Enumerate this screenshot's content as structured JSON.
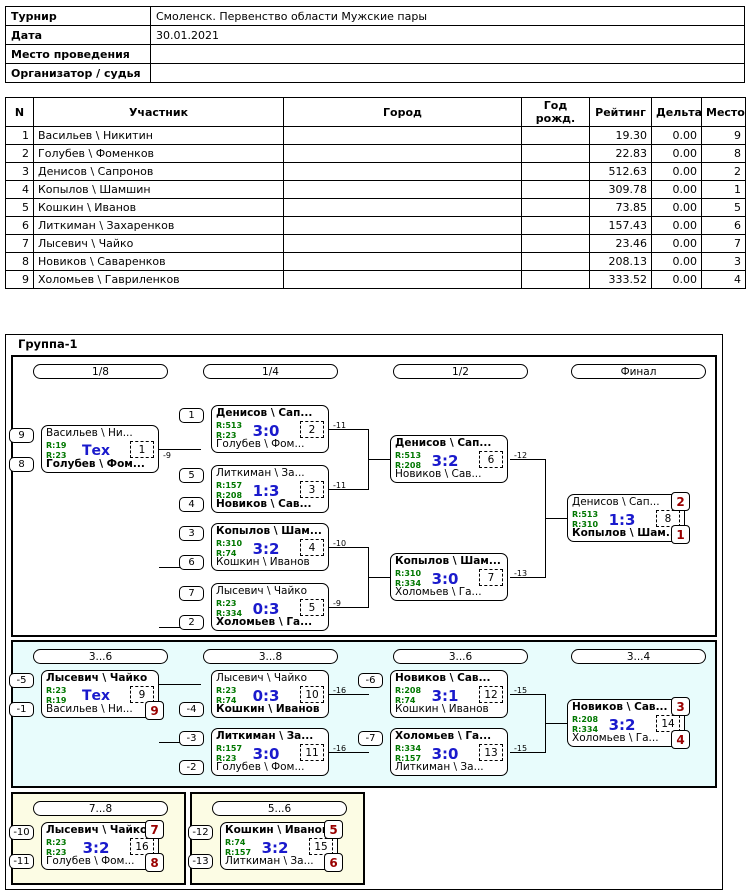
{
  "info": {
    "rows": [
      {
        "label": "Турнир",
        "value": "Смоленск. Первенство области Мужские пары"
      },
      {
        "label": "Дата",
        "value": "30.01.2021"
      },
      {
        "label": "Место проведения",
        "value": ""
      },
      {
        "label": "Организатор / судья",
        "value": ""
      }
    ]
  },
  "participants": {
    "headers": [
      "N",
      "Участник",
      "Город",
      "Год рожд.",
      "Рейтинг",
      "Дельта",
      "Место"
    ],
    "rows": [
      {
        "n": "1",
        "name": "Васильев \\ Никитин",
        "city": "",
        "year": "",
        "rating": "19.30",
        "delta": "0.00",
        "place": "9"
      },
      {
        "n": "2",
        "name": "Голубев \\ Фоменков",
        "city": "",
        "year": "",
        "rating": "22.83",
        "delta": "0.00",
        "place": "8"
      },
      {
        "n": "3",
        "name": "Денисов \\ Сапронов",
        "city": "",
        "year": "",
        "rating": "512.63",
        "delta": "0.00",
        "place": "2"
      },
      {
        "n": "4",
        "name": "Копылов \\ Шамшин",
        "city": "",
        "year": "",
        "rating": "309.78",
        "delta": "0.00",
        "place": "1"
      },
      {
        "n": "5",
        "name": "Кошкин \\ Иванов",
        "city": "",
        "year": "",
        "rating": "73.85",
        "delta": "0.00",
        "place": "5"
      },
      {
        "n": "6",
        "name": "Литкиман \\ Захаренков",
        "city": "",
        "year": "",
        "rating": "157.43",
        "delta": "0.00",
        "place": "6"
      },
      {
        "n": "7",
        "name": "Лысевич \\ Чайко",
        "city": "",
        "year": "",
        "rating": "23.46",
        "delta": "0.00",
        "place": "7"
      },
      {
        "n": "8",
        "name": "Новиков \\ Саваренков",
        "city": "",
        "year": "",
        "rating": "208.13",
        "delta": "0.00",
        "place": "3"
      },
      {
        "n": "9",
        "name": "Холомьев \\ Гавриленков",
        "city": "",
        "year": "",
        "rating": "333.52",
        "delta": "0.00",
        "place": "4"
      }
    ]
  },
  "group": {
    "title": "Группа-1",
    "main_rounds": [
      "1/8",
      "1/4",
      "1/2",
      "Финал"
    ],
    "cons_rounds": [
      "3...6",
      "3...8",
      "3...6",
      "3...4"
    ],
    "sec78_round": "7...8",
    "sec56_round": "5...6"
  },
  "matches": {
    "m1": {
      "num": "1",
      "top": "Васильев \\ Ни...",
      "bot": "Голубев \\ Фом...",
      "r1": "R:19",
      "r2": "R:23",
      "score": "Тех",
      "seed_top": "9",
      "seed_bot": "8",
      "winner": "bot",
      "delta": "-9"
    },
    "m2": {
      "num": "2",
      "top": "Денисов \\ Сап...",
      "bot": "Голубев \\ Фом...",
      "r1": "R:513",
      "r2": "R:23",
      "score": "3:0",
      "seed_top": "1",
      "seed_bot": "",
      "winner": "top",
      "delta": "-11"
    },
    "m3": {
      "num": "3",
      "top": "Литкиман \\ За...",
      "bot": "Новиков \\ Сав...",
      "r1": "R:157",
      "r2": "R:208",
      "score": "1:3",
      "seed_top": "5",
      "seed_bot": "4",
      "winner": "bot",
      "delta": "-11"
    },
    "m4": {
      "num": "4",
      "top": "Копылов \\ Шам...",
      "bot": "Кошкин \\ Иванов",
      "r1": "R:310",
      "r2": "R:74",
      "score": "3:2",
      "seed_top": "3",
      "seed_bot": "6",
      "winner": "top",
      "delta": "-10"
    },
    "m5": {
      "num": "5",
      "top": "Лысевич \\ Чайко",
      "bot": "Холомьев \\ Га...",
      "r1": "R:23",
      "r2": "R:334",
      "score": "0:3",
      "seed_top": "7",
      "seed_bot": "2",
      "winner": "bot",
      "delta": "-9"
    },
    "m6": {
      "num": "6",
      "top": "Денисов \\ Сап...",
      "bot": "Новиков \\ Сав...",
      "r1": "R:513",
      "r2": "R:208",
      "score": "3:2",
      "seed_top": "",
      "seed_bot": "",
      "winner": "top",
      "delta": "-12"
    },
    "m7": {
      "num": "7",
      "top": "Копылов \\ Шам...",
      "bot": "Холомьев \\ Га...",
      "r1": "R:310",
      "r2": "R:334",
      "score": "3:0",
      "seed_top": "",
      "seed_bot": "",
      "winner": "top",
      "delta": "-13"
    },
    "m8": {
      "num": "8",
      "top": "Денисов \\ Сап...",
      "bot": "Копылов \\ Шам...",
      "r1": "R:513",
      "r2": "R:310",
      "score": "1:3",
      "seed_top": "",
      "seed_bot": "",
      "winner": "bot",
      "place_top": "2",
      "place_bot": "1"
    },
    "m9": {
      "num": "9",
      "top": "Лысевич \\ Чайко",
      "bot": "Васильев \\ Ни...",
      "r1": "R:23",
      "r2": "R:19",
      "score": "Тех",
      "seed_top": "-5",
      "seed_bot": "-1",
      "winner": "top",
      "place_bot": "9"
    },
    "m10": {
      "num": "10",
      "top": "Лысевич \\ Чайко",
      "bot": "Кошкин \\ Иванов",
      "r1": "R:23",
      "r2": "R:74",
      "score": "0:3",
      "seed_top": "",
      "seed_bot": "-4",
      "winner": "bot",
      "delta": "-16"
    },
    "m11": {
      "num": "11",
      "top": "Литкиман \\ За...",
      "bot": "Голубев \\ Фом...",
      "r1": "R:157",
      "r2": "R:23",
      "score": "3:0",
      "seed_top": "-3",
      "seed_bot": "-2",
      "winner": "top",
      "delta": "-16"
    },
    "m12": {
      "num": "12",
      "top": "Новиков \\ Сав...",
      "bot": "Кошкин \\ Иванов",
      "r1": "R:208",
      "r2": "R:74",
      "score": "3:1",
      "seed_top": "-6",
      "seed_bot": "",
      "winner": "top",
      "delta": "-15"
    },
    "m13": {
      "num": "13",
      "top": "Холомьев \\ Га...",
      "bot": "Литкиман \\ За...",
      "r1": "R:334",
      "r2": "R:157",
      "score": "3:0",
      "seed_top": "-7",
      "seed_bot": "",
      "winner": "top",
      "delta": "-15"
    },
    "m14": {
      "num": "14",
      "top": "Новиков \\ Сав...",
      "bot": "Холомьев \\ Га...",
      "r1": "R:208",
      "r2": "R:334",
      "score": "3:2",
      "seed_top": "",
      "seed_bot": "",
      "winner": "top",
      "place_top": "3",
      "place_bot": "4"
    },
    "m15": {
      "num": "15",
      "top": "Кошкин \\ Иванов",
      "bot": "Литкиман \\ За...",
      "r1": "R:74",
      "r2": "R:157",
      "score": "3:2",
      "seed_top": "-12",
      "seed_bot": "-13",
      "winner": "top",
      "place_top": "5",
      "place_bot": "6"
    },
    "m16": {
      "num": "16",
      "top": "Лысевич \\ Чайко",
      "bot": "Голубев \\ Фом...",
      "r1": "R:23",
      "r2": "R:23",
      "score": "3:2",
      "seed_top": "-10",
      "seed_bot": "-11",
      "winner": "top",
      "place_top": "7",
      "place_bot": "8"
    }
  },
  "colors": {
    "rating": "#007700",
    "score": "#1a1acc",
    "place": "#990000",
    "consolation_bg": "#e8fcfc",
    "placement_bg": "#fcfce4"
  }
}
